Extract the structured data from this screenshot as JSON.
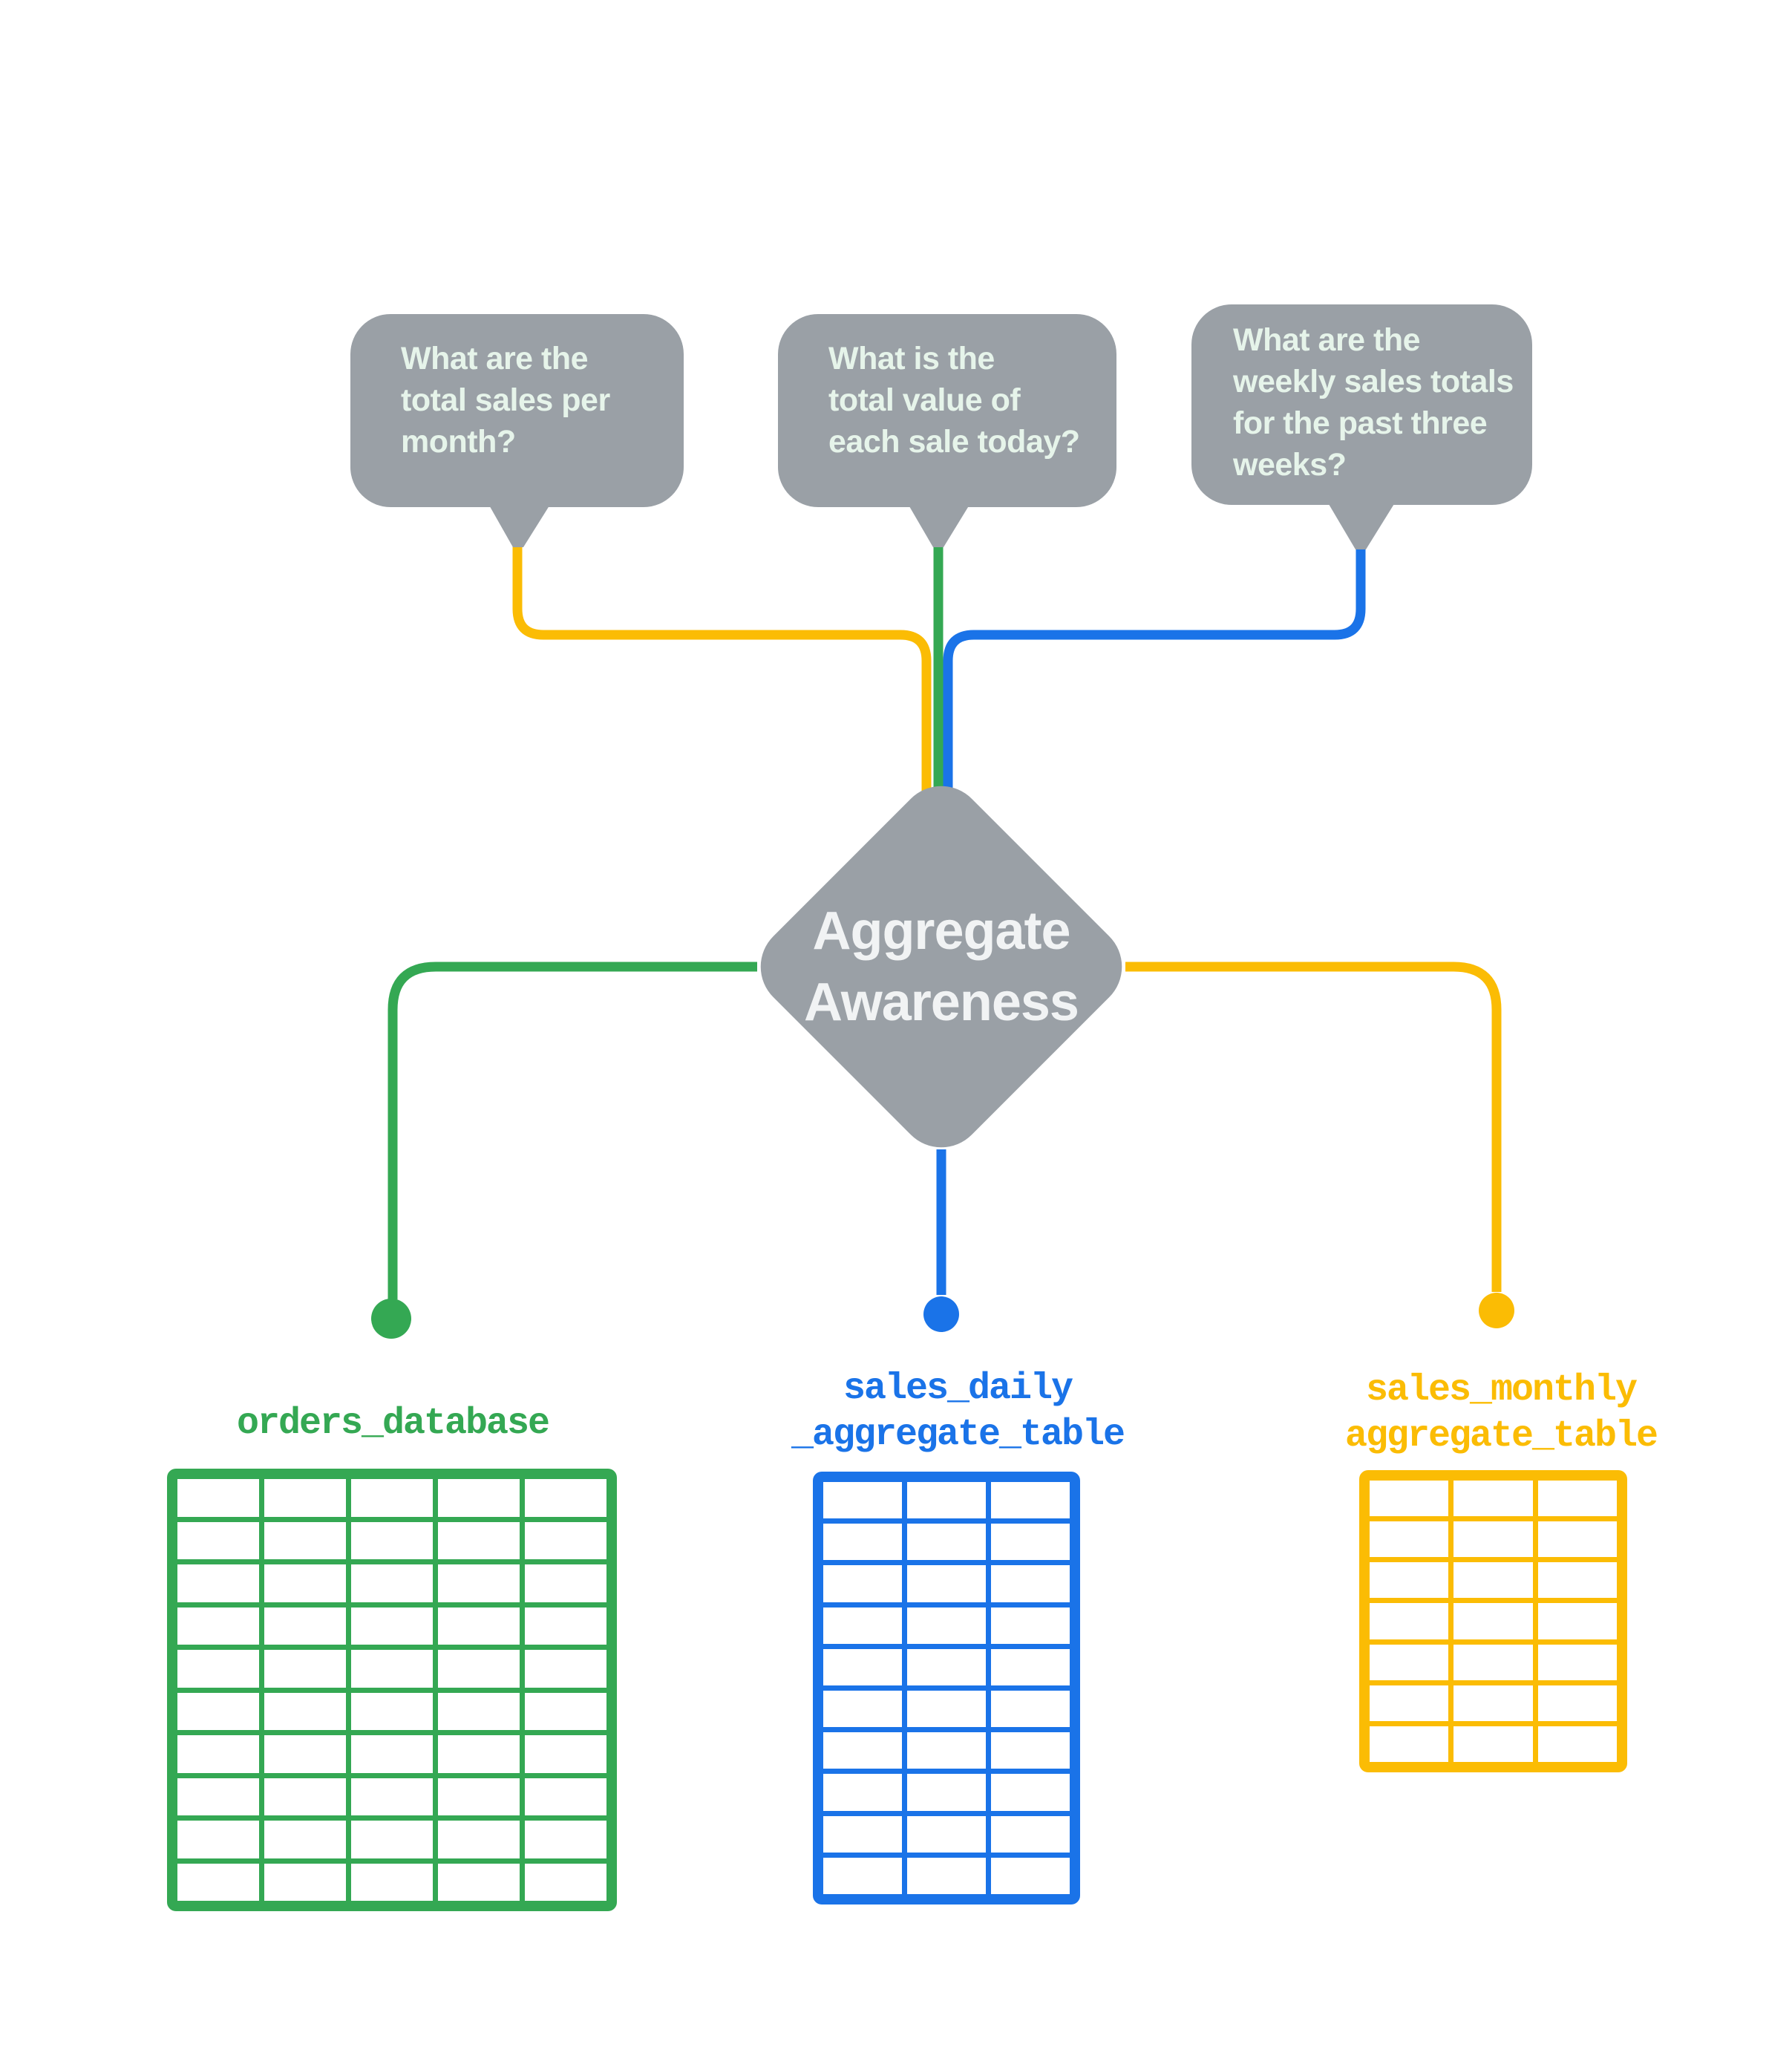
{
  "colors": {
    "gray": "#9AA0A6",
    "bubble_text": "#E6F4EA",
    "diamond_text": "#F1F3F4",
    "green": "#34A853",
    "blue": "#1A73E8",
    "yellow": "#FBBC04",
    "background": "#FFFFFF"
  },
  "bubbles": [
    {
      "lines": [
        "What are the",
        "total sales per",
        "month?"
      ],
      "text": "What are the total sales per month?",
      "connector_color": "#FBBC04"
    },
    {
      "lines": [
        "What is the",
        "total value of",
        "each sale today?"
      ],
      "text": "What is the total value of each sale today?",
      "connector_color": "#34A853"
    },
    {
      "lines": [
        "What are the",
        "weekly sales totals",
        "for the past three",
        "weeks?"
      ],
      "text": "What are the weekly sales totals for the past three weeks?",
      "connector_color": "#1A73E8"
    }
  ],
  "diamond": {
    "lines": [
      "Aggregate",
      "Awareness"
    ],
    "text": "Aggregate Awareness"
  },
  "tables": [
    {
      "title_lines": [
        "orders_database"
      ],
      "title": "orders_database",
      "color": "#34A853",
      "columns": 5,
      "rows": 10
    },
    {
      "title_lines": [
        "sales_daily",
        "_aggregate_table"
      ],
      "title": "sales_daily _aggregate_table",
      "color": "#1A73E8",
      "columns": 3,
      "rows": 10
    },
    {
      "title_lines": [
        "sales_monthly",
        "aggregate_table"
      ],
      "title": "sales_monthly aggregate_table",
      "color": "#FBBC04",
      "columns": 3,
      "rows": 7
    }
  ]
}
